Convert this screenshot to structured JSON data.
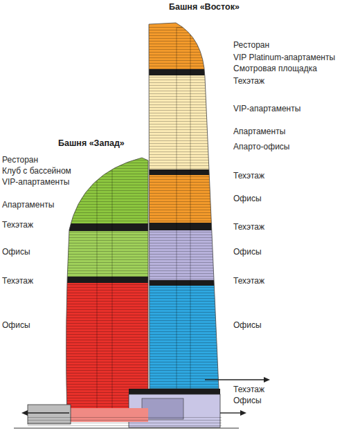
{
  "diagram": {
    "nodes": [
      {
        "text": [
          "Башня «Восток»"
        ]
      },
      {
        "text": [
          "Башня «Запад»"
        ]
      }
    ],
    "labels": [
      "Ресторан",
      "VIP Platinum-апартаменты",
      "Смотровая площадка",
      "Техэтаж",
      "VIP-апартаменты",
      "Апартаменты",
      "Апарто-офисы",
      "Техэтаж",
      "Офисы",
      "Техэтаж",
      "Офисы",
      "Техэтаж",
      "Офисы",
      "Техэтаж",
      "Офисы",
      "Ресторан",
      "Клуб с бассейном",
      "VIP-апартаменты",
      "Апартаменты",
      "Техэтаж",
      "Офисы",
      "Техэтаж",
      "Офисы"
    ]
  }
}
